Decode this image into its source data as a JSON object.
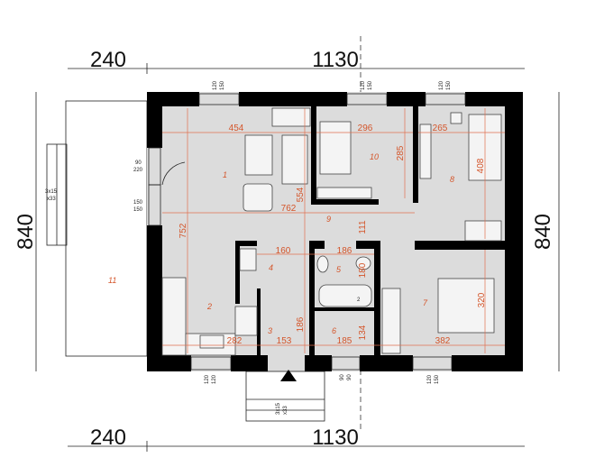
{
  "overall": {
    "top_left": "240",
    "top_main": "1130",
    "bottom_left": "240",
    "bottom_main": "1130",
    "left_height": "840",
    "right_height": "840"
  },
  "rooms": [
    "1",
    "2",
    "3",
    "4",
    "5",
    "6",
    "7",
    "8",
    "9",
    "10",
    "11"
  ],
  "inner_dims": {
    "d454": "454",
    "d296": "296",
    "d265": "265",
    "d285": "285",
    "d408": "408",
    "d554": "554",
    "d762": "762",
    "d111": "111",
    "d752": "752",
    "d160": "160",
    "d186a": "186",
    "d180": "180",
    "d320": "320",
    "d186b": "186",
    "d134": "134",
    "d282": "282",
    "d153": "153",
    "d185": "185",
    "d382": "382"
  },
  "window_labels": {
    "top1": [
      "120",
      "150"
    ],
    "top2": [
      "120",
      "150"
    ],
    "top3": [
      "120",
      "150"
    ],
    "bottom1": [
      "120",
      "120"
    ],
    "bottom2": [
      "90",
      "90"
    ],
    "bottom3": [
      "120",
      "150"
    ],
    "left_door": [
      "90",
      "220"
    ],
    "left_window": [
      "150",
      "150"
    ]
  },
  "stairs": {
    "terrace": [
      "3x15",
      "x33"
    ],
    "entrance": [
      "3x15",
      "x33"
    ]
  },
  "bath_label": "2",
  "colors": {
    "walls": "#000000",
    "floor": "#dcdcdc",
    "dimensions": "#d4552a"
  }
}
